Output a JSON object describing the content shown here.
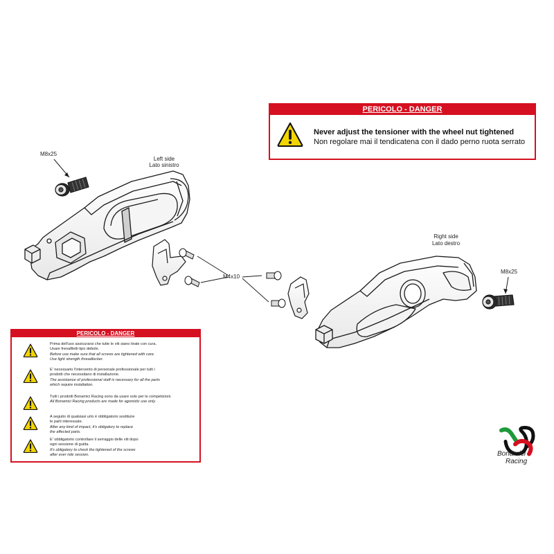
{
  "top_danger": {
    "title": "PERICOLO - DANGER",
    "line_en": "Never adjust the tensioner with the wheel nut tightened",
    "line_it": "Non regolare mai il tendicatena con il dado perno ruota serrato",
    "icon": "warning-triangle-icon"
  },
  "labels": {
    "left_side": "Left side",
    "left_side_it": "Lato sinistro",
    "right_side": "Right side",
    "right_side_it": "Lato destro",
    "screw_left": "M8x25",
    "screw_right": "M8x25",
    "screw_small": "M4x10"
  },
  "bottom_danger": {
    "title": "PERICOLO - DANGER",
    "items": [
      {
        "it1": "Prima dell'uso assicurarsi che tutte le viti siano tirate con cura.",
        "it2": "Usare frenafiletti tipo debole.",
        "en1": "Before use make sure that all screws are tightened with care.",
        "en2": "Use light strength threadlocker."
      },
      {
        "it1": "E' necessario l'intervento di personale professionale per tutti i",
        "it2": "prodotti che necessitano di installazione.",
        "en1": "The assistance of professional staff is necessary for all the parts",
        "en2": "which require installation."
      },
      {
        "it1": "Tutti i prodotti Bonamici Racing sono da usare solo per le competizioni.",
        "it2": "",
        "en1": "All Bonamici Racing products are made for agonistic use only.",
        "en2": ""
      },
      {
        "it1": "A seguito di qualsiasi urto è obbligatorio sostituire",
        "it2": "le parti interessate.",
        "en1": "After any kind of impact, it's obligatory to replace",
        "en2": "the affected parts."
      },
      {
        "it1": "E' obbligatorio controllare il serraggio delle viti dopo",
        "it2": "ogni sessione di guida.",
        "en1": "It's obligatory to check the tightened of the screws",
        "en2": "after ever ride session."
      }
    ]
  },
  "logo": {
    "line1": "Bonamici",
    "line2": "Racing",
    "colors": {
      "green": "#1e9a3a",
      "red": "#d51020",
      "black": "#111111"
    }
  },
  "colors": {
    "danger_red": "#d51020",
    "warning_yellow": "#f2d500"
  }
}
